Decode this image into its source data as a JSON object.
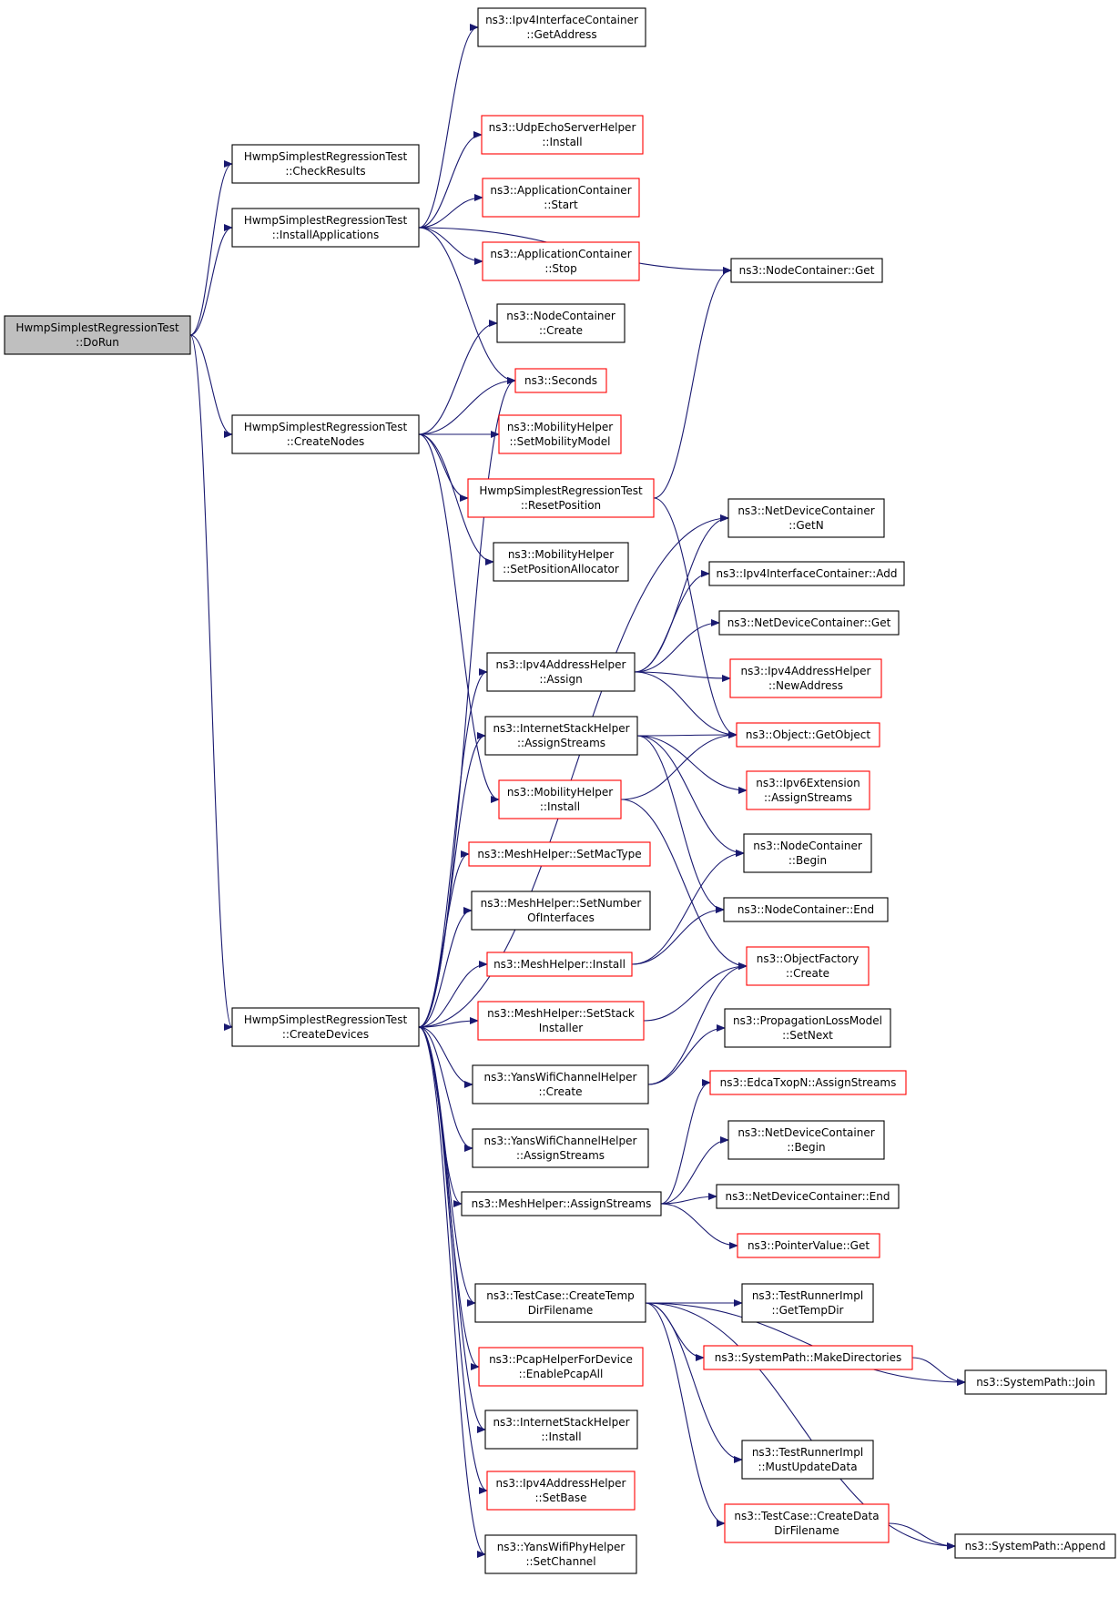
{
  "colors": {
    "edge": "#191970",
    "root_fill": "#bfbfbf",
    "node_fill": "#ffffff",
    "normal_border": "#000000",
    "red_border": "#ff0000"
  },
  "nodes": [
    {
      "id": "dorun",
      "lines": [
        "HwmpSimplestRegressionTest",
        "::DoRun"
      ],
      "style": "root"
    },
    {
      "id": "checkresults",
      "lines": [
        "HwmpSimplestRegressionTest",
        "::CheckResults"
      ],
      "style": "normal"
    },
    {
      "id": "installapps",
      "lines": [
        "HwmpSimplestRegressionTest",
        "::InstallApplications"
      ],
      "style": "normal"
    },
    {
      "id": "createnodes",
      "lines": [
        "HwmpSimplestRegressionTest",
        "::CreateNodes"
      ],
      "style": "normal"
    },
    {
      "id": "createdevices",
      "lines": [
        "HwmpSimplestRegressionTest",
        "::CreateDevices"
      ],
      "style": "normal"
    },
    {
      "id": "ipv4ic_getaddress",
      "lines": [
        "ns3::Ipv4InterfaceContainer",
        "::GetAddress"
      ],
      "style": "normal"
    },
    {
      "id": "udpecho_install",
      "lines": [
        "ns3::UdpEchoServerHelper",
        "::Install"
      ],
      "style": "red"
    },
    {
      "id": "appc_start",
      "lines": [
        "ns3::ApplicationContainer",
        "::Start"
      ],
      "style": "red"
    },
    {
      "id": "appc_stop",
      "lines": [
        "ns3::ApplicationContainer",
        "::Stop"
      ],
      "style": "red"
    },
    {
      "id": "nodec_get",
      "lines": [
        "ns3::NodeContainer::Get"
      ],
      "style": "normal"
    },
    {
      "id": "nodec_create",
      "lines": [
        "ns3::NodeContainer",
        "::Create"
      ],
      "style": "normal"
    },
    {
      "id": "seconds",
      "lines": [
        "ns3::Seconds"
      ],
      "style": "red"
    },
    {
      "id": "mob_setmodel",
      "lines": [
        "ns3::MobilityHelper",
        "::SetMobilityModel"
      ],
      "style": "red"
    },
    {
      "id": "resetposition",
      "lines": [
        "HwmpSimplestRegressionTest",
        "::ResetPosition"
      ],
      "style": "red"
    },
    {
      "id": "mob_setalloc",
      "lines": [
        "ns3::MobilityHelper",
        "::SetPositionAllocator"
      ],
      "style": "normal"
    },
    {
      "id": "ndc_getn",
      "lines": [
        "ns3::NetDeviceContainer",
        "::GetN"
      ],
      "style": "normal"
    },
    {
      "id": "ipv4ic_add",
      "lines": [
        "ns3::Ipv4InterfaceContainer::Add"
      ],
      "style": "normal"
    },
    {
      "id": "ndc_get",
      "lines": [
        "ns3::NetDeviceContainer::Get"
      ],
      "style": "normal"
    },
    {
      "id": "ipv4ah_assign",
      "lines": [
        "ns3::Ipv4AddressHelper",
        "::Assign"
      ],
      "style": "normal"
    },
    {
      "id": "ipv4ah_newaddress",
      "lines": [
        "ns3::Ipv4AddressHelper",
        "::NewAddress"
      ],
      "style": "red"
    },
    {
      "id": "ish_assignstreams",
      "lines": [
        "ns3::InternetStackHelper",
        "::AssignStreams"
      ],
      "style": "normal"
    },
    {
      "id": "object_getobject",
      "lines": [
        "ns3::Object::GetObject"
      ],
      "style": "red"
    },
    {
      "id": "mob_install",
      "lines": [
        "ns3::MobilityHelper",
        "::Install"
      ],
      "style": "red"
    },
    {
      "id": "ipv6ext_assignstreams",
      "lines": [
        "ns3::Ipv6Extension",
        "::AssignStreams"
      ],
      "style": "red"
    },
    {
      "id": "mesh_setmactype",
      "lines": [
        "ns3::MeshHelper::SetMacType"
      ],
      "style": "red"
    },
    {
      "id": "nodec_begin",
      "lines": [
        "ns3::NodeContainer",
        "::Begin"
      ],
      "style": "normal"
    },
    {
      "id": "mesh_setnumif",
      "lines": [
        "ns3::MeshHelper::SetNumber",
        "OfInterfaces"
      ],
      "style": "normal"
    },
    {
      "id": "nodec_end",
      "lines": [
        "ns3::NodeContainer::End"
      ],
      "style": "normal"
    },
    {
      "id": "mesh_install",
      "lines": [
        "ns3::MeshHelper::Install"
      ],
      "style": "red"
    },
    {
      "id": "objfactory_create",
      "lines": [
        "ns3::ObjectFactory",
        "::Create"
      ],
      "style": "red"
    },
    {
      "id": "mesh_setstack",
      "lines": [
        "ns3::MeshHelper::SetStack",
        "Installer"
      ],
      "style": "red"
    },
    {
      "id": "proploss_setnext",
      "lines": [
        "ns3::PropagationLossModel",
        "::SetNext"
      ],
      "style": "normal"
    },
    {
      "id": "yanschan_create",
      "lines": [
        "ns3::YansWifiChannelHelper",
        "::Create"
      ],
      "style": "normal"
    },
    {
      "id": "edca_assignstreams",
      "lines": [
        "ns3::EdcaTxopN::AssignStreams"
      ],
      "style": "red"
    },
    {
      "id": "yanschan_assignstreams",
      "lines": [
        "ns3::YansWifiChannelHelper",
        "::AssignStreams"
      ],
      "style": "normal"
    },
    {
      "id": "ndc_begin",
      "lines": [
        "ns3::NetDeviceContainer",
        "::Begin"
      ],
      "style": "normal"
    },
    {
      "id": "mesh_assignstreams",
      "lines": [
        "ns3::MeshHelper::AssignStreams"
      ],
      "style": "normal"
    },
    {
      "id": "ndc_end",
      "lines": [
        "ns3::NetDeviceContainer::End"
      ],
      "style": "normal"
    },
    {
      "id": "pointervalue_get",
      "lines": [
        "ns3::PointerValue::Get"
      ],
      "style": "red"
    },
    {
      "id": "tc_createtempdir",
      "lines": [
        "ns3::TestCase::CreateTemp",
        "DirFilename"
      ],
      "style": "normal"
    },
    {
      "id": "tri_gettempdir",
      "lines": [
        "ns3::TestRunnerImpl",
        "::GetTempDir"
      ],
      "style": "normal"
    },
    {
      "id": "sp_makedirs",
      "lines": [
        "ns3::SystemPath::MakeDirectories"
      ],
      "style": "red"
    },
    {
      "id": "pcap_enableall",
      "lines": [
        "ns3::PcapHelperForDevice",
        "::EnablePcapAll"
      ],
      "style": "red"
    },
    {
      "id": "sp_join",
      "lines": [
        "ns3::SystemPath::Join"
      ],
      "style": "normal"
    },
    {
      "id": "ish_install",
      "lines": [
        "ns3::InternetStackHelper",
        "::Install"
      ],
      "style": "normal"
    },
    {
      "id": "tri_mustupdate",
      "lines": [
        "ns3::TestRunnerImpl",
        "::MustUpdateData"
      ],
      "style": "normal"
    },
    {
      "id": "ipv4ah_setbase",
      "lines": [
        "ns3::Ipv4AddressHelper",
        "::SetBase"
      ],
      "style": "red"
    },
    {
      "id": "tc_createdatadir",
      "lines": [
        "ns3::TestCase::CreateData",
        "DirFilename"
      ],
      "style": "red"
    },
    {
      "id": "yansphy_setchannel",
      "lines": [
        "ns3::YansWifiPhyHelper",
        "::SetChannel"
      ],
      "style": "normal"
    },
    {
      "id": "sp_append",
      "lines": [
        "ns3::SystemPath::Append"
      ],
      "style": "normal"
    }
  ],
  "edges": [
    [
      "dorun",
      "checkresults"
    ],
    [
      "dorun",
      "installapps"
    ],
    [
      "dorun",
      "createnodes"
    ],
    [
      "dorun",
      "createdevices"
    ],
    [
      "installapps",
      "ipv4ic_getaddress"
    ],
    [
      "installapps",
      "nodec_get"
    ],
    [
      "installapps",
      "udpecho_install"
    ],
    [
      "installapps",
      "appc_start"
    ],
    [
      "installapps",
      "appc_stop"
    ],
    [
      "installapps",
      "seconds"
    ],
    [
      "createnodes",
      "nodec_create"
    ],
    [
      "createnodes",
      "seconds"
    ],
    [
      "createnodes",
      "mob_setmodel"
    ],
    [
      "createnodes",
      "resetposition"
    ],
    [
      "createnodes",
      "mob_setalloc"
    ],
    [
      "createnodes",
      "mob_install"
    ],
    [
      "resetposition",
      "nodec_get"
    ],
    [
      "resetposition",
      "object_getobject"
    ],
    [
      "createdevices",
      "seconds"
    ],
    [
      "createdevices",
      "ndc_getn"
    ],
    [
      "createdevices",
      "ipv4ah_assign"
    ],
    [
      "createdevices",
      "ish_assignstreams"
    ],
    [
      "createdevices",
      "mesh_setmactype"
    ],
    [
      "createdevices",
      "mesh_setnumif"
    ],
    [
      "createdevices",
      "mesh_install"
    ],
    [
      "createdevices",
      "mesh_setstack"
    ],
    [
      "createdevices",
      "yanschan_create"
    ],
    [
      "createdevices",
      "yanschan_assignstreams"
    ],
    [
      "createdevices",
      "mesh_assignstreams"
    ],
    [
      "createdevices",
      "tc_createtempdir"
    ],
    [
      "createdevices",
      "pcap_enableall"
    ],
    [
      "createdevices",
      "ish_install"
    ],
    [
      "createdevices",
      "ipv4ah_setbase"
    ],
    [
      "createdevices",
      "yansphy_setchannel"
    ],
    [
      "ipv4ah_assign",
      "ndc_getn"
    ],
    [
      "ipv4ah_assign",
      "ipv4ic_add"
    ],
    [
      "ipv4ah_assign",
      "ndc_get"
    ],
    [
      "ipv4ah_assign",
      "ipv4ah_newaddress"
    ],
    [
      "ipv4ah_assign",
      "object_getobject"
    ],
    [
      "ish_assignstreams",
      "object_getobject"
    ],
    [
      "ish_assignstreams",
      "ipv6ext_assignstreams"
    ],
    [
      "ish_assignstreams",
      "nodec_begin"
    ],
    [
      "ish_assignstreams",
      "nodec_end"
    ],
    [
      "mob_install",
      "object_getobject"
    ],
    [
      "mob_install",
      "objfactory_create"
    ],
    [
      "mesh_install",
      "nodec_begin"
    ],
    [
      "mesh_install",
      "nodec_end"
    ],
    [
      "mesh_setstack",
      "objfactory_create"
    ],
    [
      "yanschan_create",
      "objfactory_create"
    ],
    [
      "yanschan_create",
      "proploss_setnext"
    ],
    [
      "mesh_assignstreams",
      "edca_assignstreams"
    ],
    [
      "mesh_assignstreams",
      "ndc_begin"
    ],
    [
      "mesh_assignstreams",
      "ndc_end"
    ],
    [
      "mesh_assignstreams",
      "pointervalue_get"
    ],
    [
      "tc_createtempdir",
      "tri_gettempdir"
    ],
    [
      "tc_createtempdir",
      "sp_makedirs"
    ],
    [
      "tc_createtempdir",
      "sp_join"
    ],
    [
      "tc_createtempdir",
      "tri_mustupdate"
    ],
    [
      "tc_createtempdir",
      "tc_createdatadir"
    ],
    [
      "tc_createtempdir",
      "sp_append"
    ],
    [
      "sp_makedirs",
      "sp_join"
    ],
    [
      "tc_createdatadir",
      "sp_append"
    ]
  ]
}
